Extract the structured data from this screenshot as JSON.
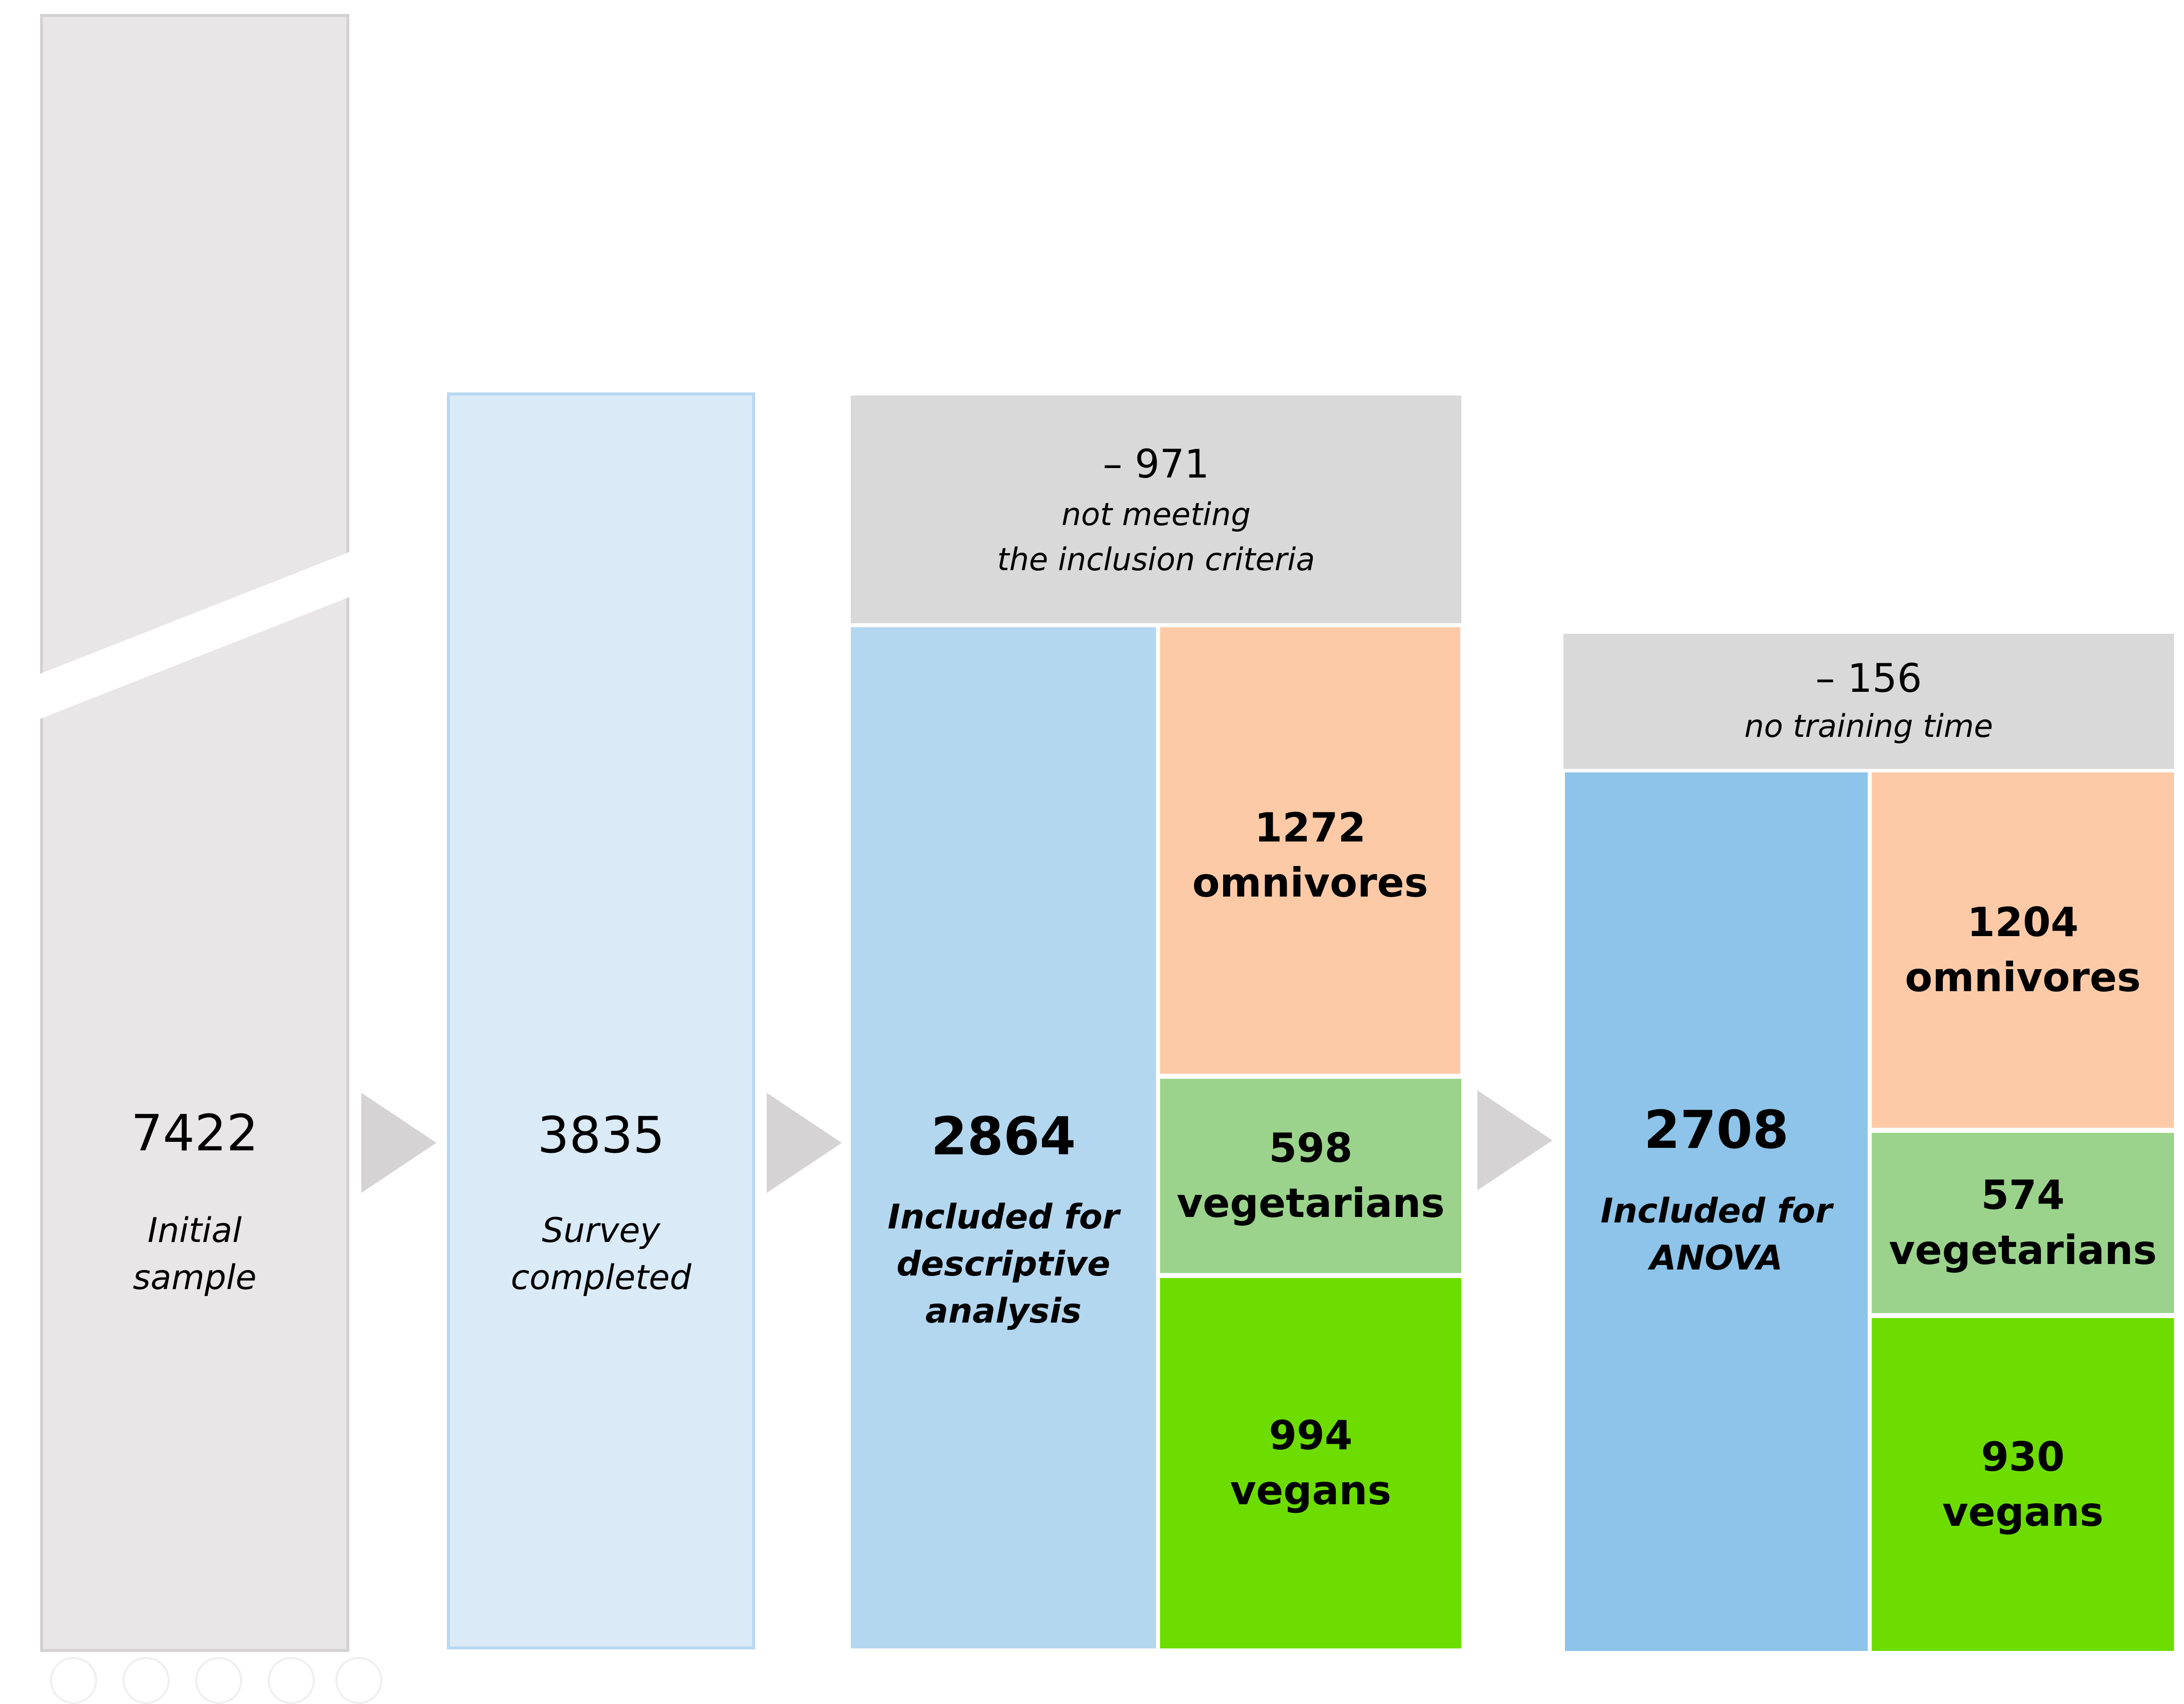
{
  "colors": {
    "grey_column": "#e8e6e7",
    "light_blue_column": "#dbeaf7",
    "grey_header": "#d9d9d9",
    "blue_block_1": "#b4d7f0",
    "blue_block_2": "#8ec4e9",
    "omnivores": "#fdcaa8",
    "vegetarians": "#9bd38c",
    "vegans": "#6ddd00",
    "arrow": "#d5d3d3"
  },
  "stage1": {
    "count": "7422",
    "label_line1": "Initial",
    "label_line2": "sample"
  },
  "stage2": {
    "count": "3835",
    "label_line1": "Survey",
    "label_line2": "completed"
  },
  "exclusion1": {
    "count": "– 971",
    "line1": "not meeting",
    "line2": "the inclusion criteria"
  },
  "stage3": {
    "count": "2864",
    "label_line1": "Included for",
    "label_line2": "descriptive",
    "label_line3": "analysis",
    "groups": [
      {
        "count": "1272",
        "name": "omnivores"
      },
      {
        "count": "598",
        "name": "vegetarians"
      },
      {
        "count": "994",
        "name": "vegans"
      }
    ]
  },
  "exclusion2": {
    "count": "– 156",
    "line1": "no training time"
  },
  "stage4": {
    "count": "2708",
    "label_line1": "Included for",
    "label_line2": "ANOVA",
    "groups": [
      {
        "count": "1204",
        "name": "omnivores"
      },
      {
        "count": "574",
        "name": "vegetarians"
      },
      {
        "count": "930",
        "name": "vegans"
      }
    ]
  }
}
